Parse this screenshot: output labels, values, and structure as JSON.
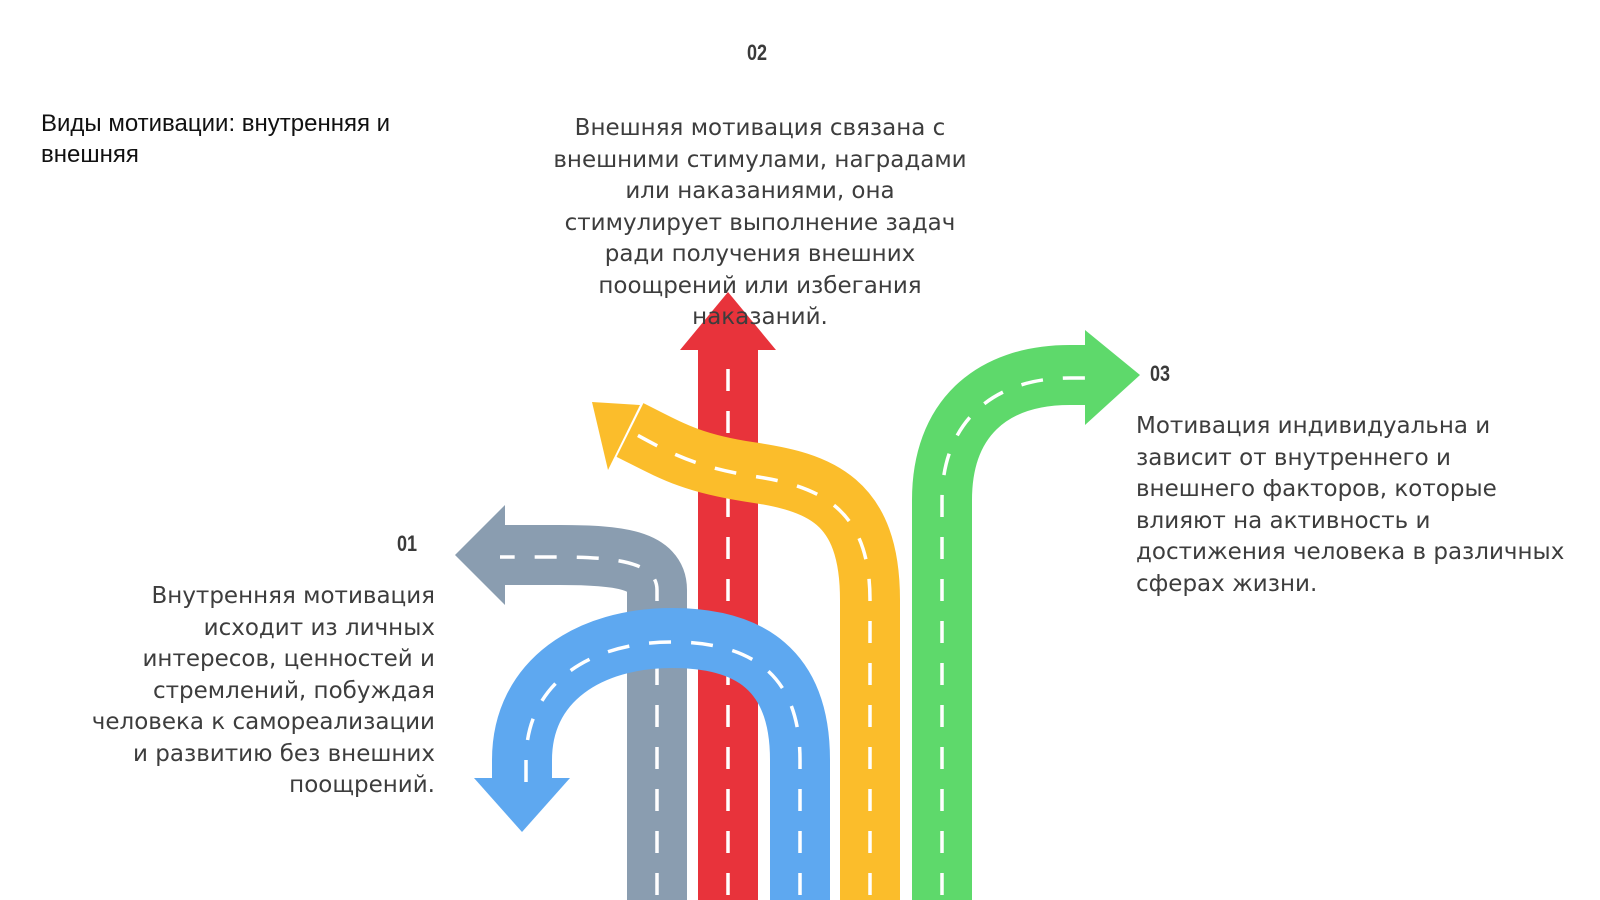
{
  "slide": {
    "title": "Виды мотивации: внутренняя и внешняя"
  },
  "items": [
    {
      "number": "01",
      "text": "Внутренняя мотивация исходит из личных интересов, ценностей и стремлений, побуждая человека к самореализации и развитию без внешних поощрений."
    },
    {
      "number": "02",
      "text": "Внешняя мотивация связана с внешними стимулами, наградами или наказаниями, она стимулирует выполнение задач ради получения внешних поощрений или избегания наказаний."
    },
    {
      "number": "03",
      "text": "Мотивация индивидуальна и зависит от внутреннего и внешнего факторов, которые влияют на активность и достижения человека в различных сферах жизни."
    }
  ],
  "roads": [
    {
      "name": "gray-road-arrow",
      "color": "#8a9db0"
    },
    {
      "name": "red-road-arrow",
      "color": "#e8333b"
    },
    {
      "name": "yellow-road-arrow",
      "color": "#fbbd2b"
    },
    {
      "name": "green-road-arrow",
      "color": "#5ed96b"
    },
    {
      "name": "blue-road-arrow",
      "color": "#5ea8f0"
    }
  ]
}
